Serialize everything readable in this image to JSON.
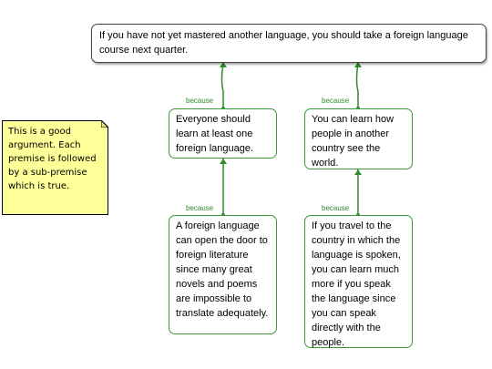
{
  "claim": {
    "text": "If you have not yet mastered another language, you should take a foreign language course next quarter."
  },
  "reasons": [
    {
      "connector": "because",
      "text": "Everyone should learn at least one foreign language.",
      "support": {
        "connector": "because",
        "text": "A foreign language can open the door to foreign literature since many great novels and poems are impossible to translate adequately."
      }
    },
    {
      "connector": "because",
      "text": "You can learn how people in another country  see the world.",
      "support": {
        "connector": "because",
        "text": "If you travel to the country in which the language is spoken, you can learn much more if you speak the language since you can speak directly with the people."
      }
    }
  ],
  "note": {
    "text": "This is a good argument. Each premise is followed by a sub-premise which is true."
  },
  "colors": {
    "connector": "#2e8b2e",
    "reason_border": "#3a9a3a",
    "claim_border": "#444444",
    "note_fill": "#ffff99"
  }
}
